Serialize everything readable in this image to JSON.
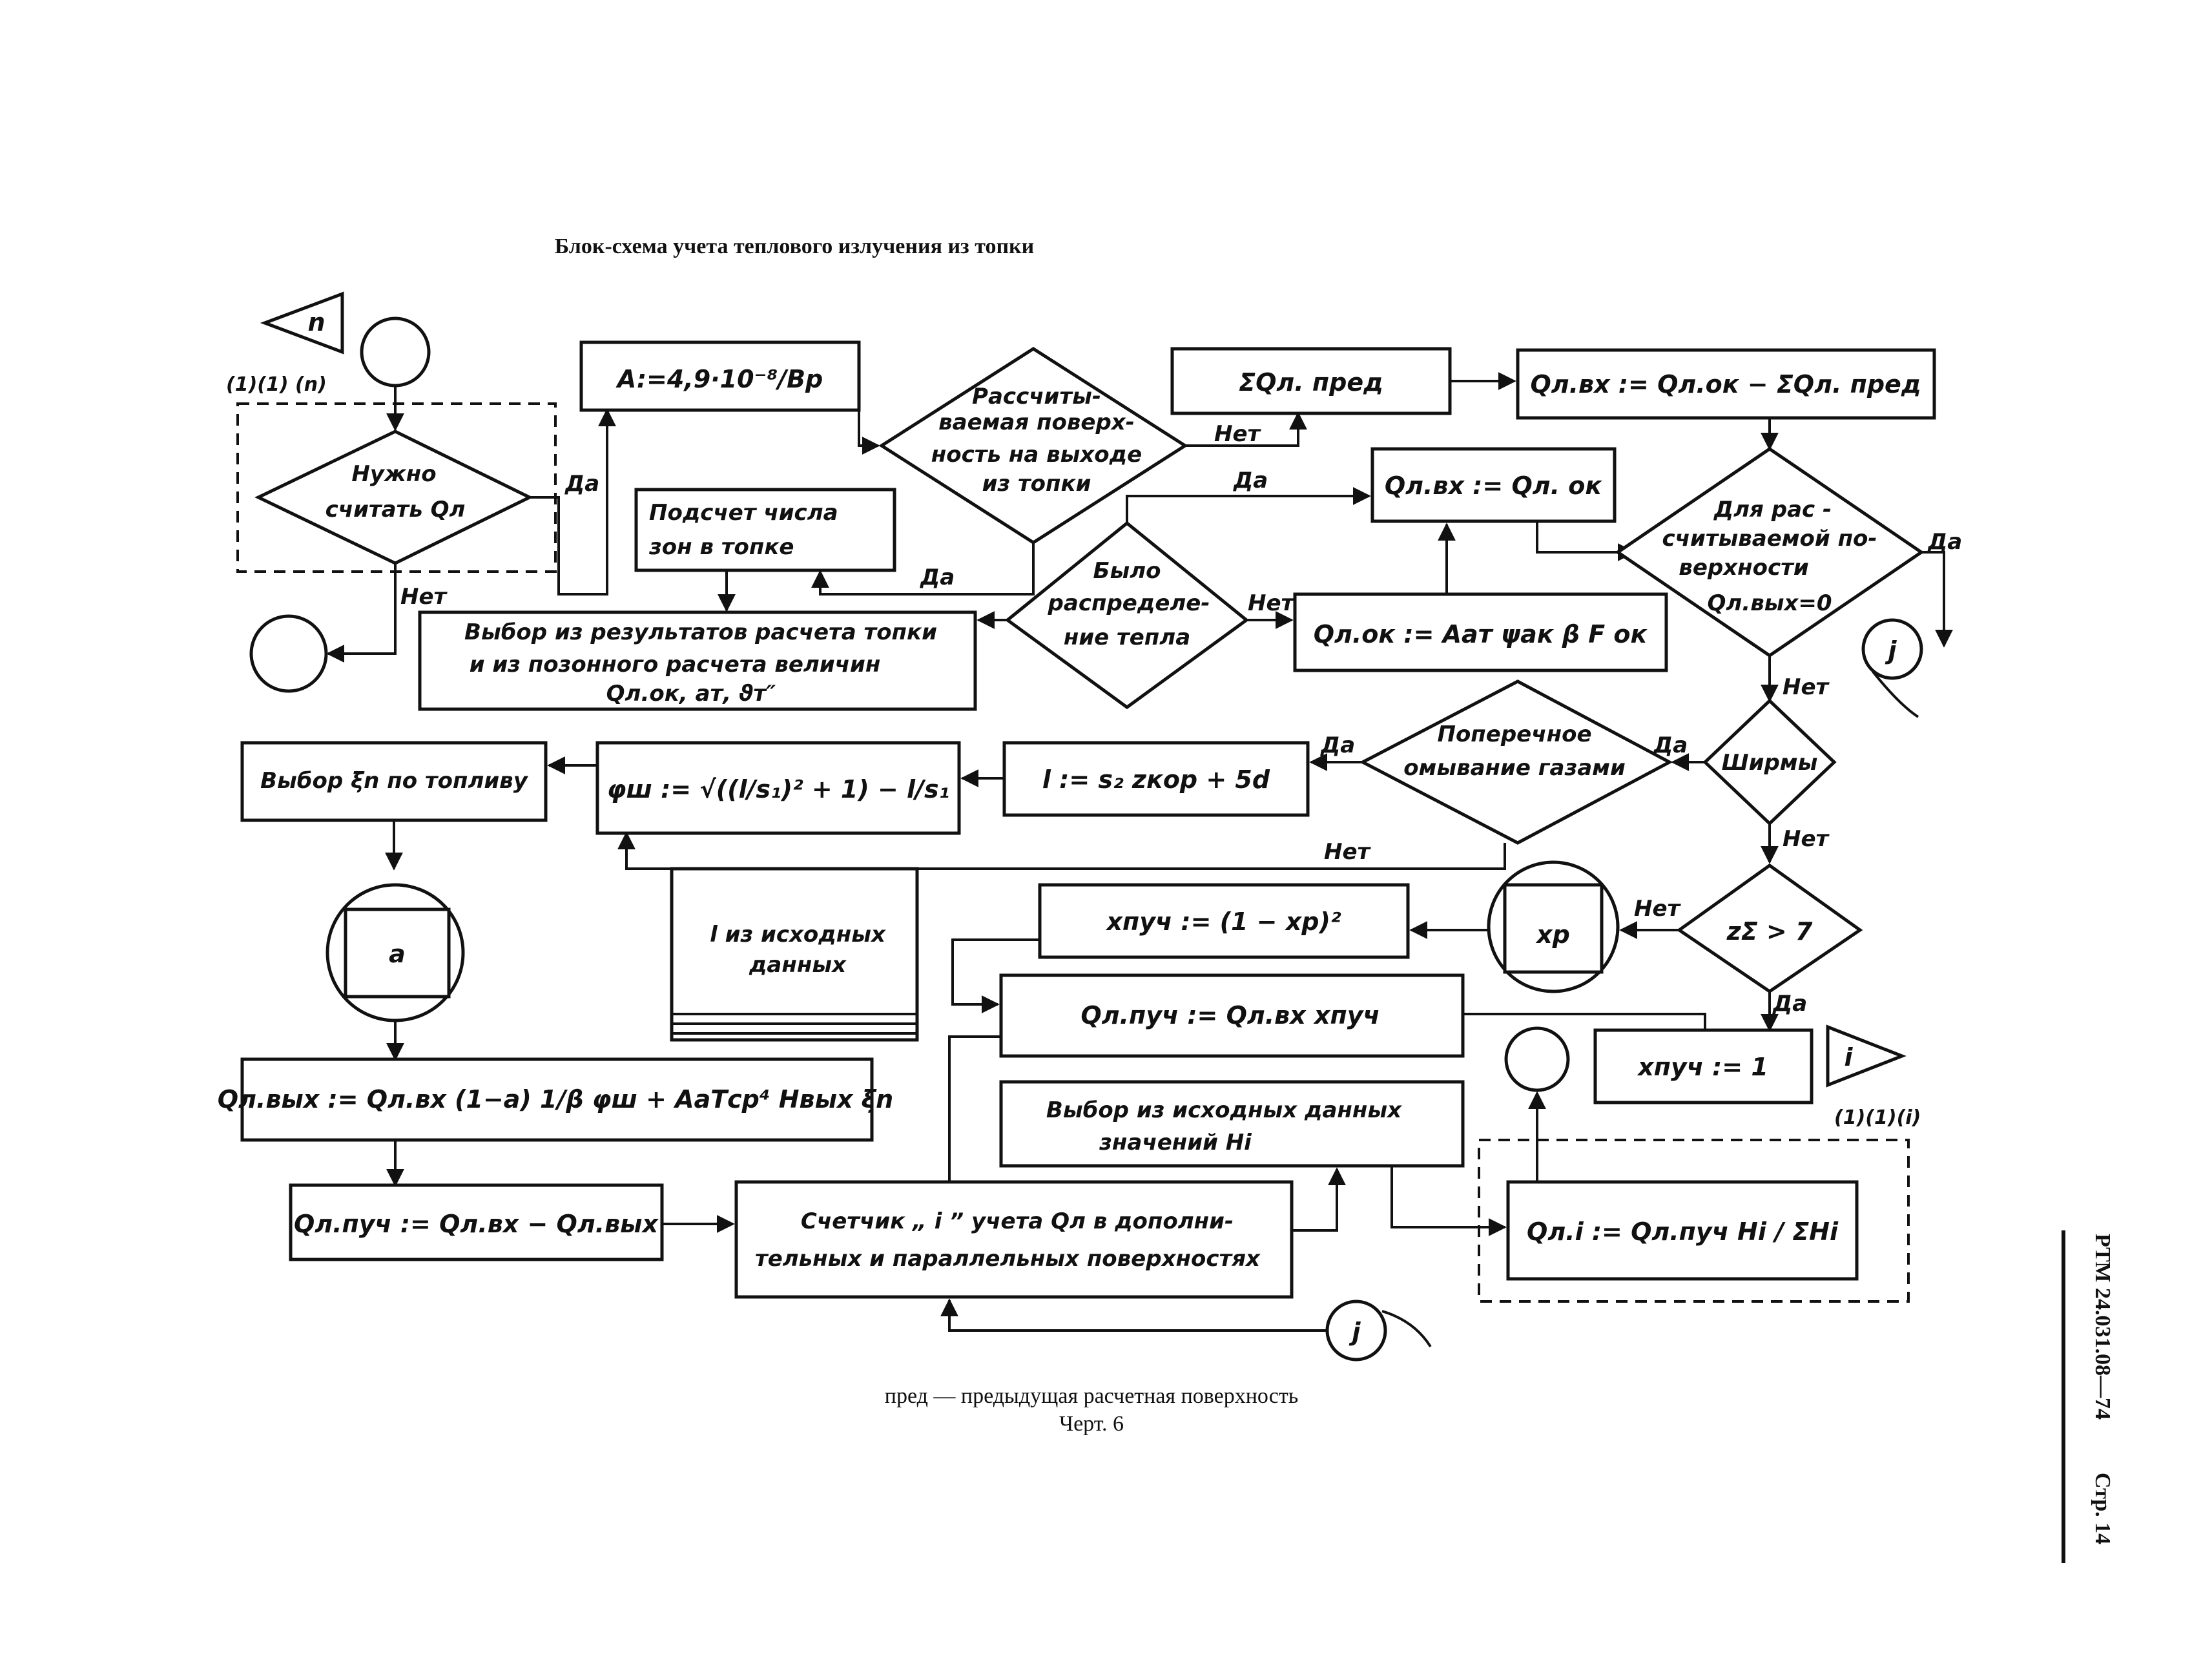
{
  "title": "Блок-схема учета теплового излучения из топки",
  "footnote": "пред — предыдущая расчетная поверхность",
  "figure": "Черт. 6",
  "side_header": {
    "doc_code": "РТМ 24.031.08—74",
    "page": "Стр. 14"
  },
  "connectors": {
    "n_flag": "n",
    "n_refs": "(1)(1) (n)",
    "i_flag": "i",
    "i_refs": "(1)(1)(i)",
    "j_top": "j",
    "j_bottom": "j",
    "a_label": "a",
    "xp_label": "xp"
  },
  "blocks": {
    "need_ql_1": "Нужно",
    "need_ql_2": "считать Qл",
    "calc_a": "A:=4,9·10⁻⁸/Bp",
    "outlet_1": "Рассчиты-",
    "outlet_2": "ваемая поверх-",
    "outlet_3": "ность на выходе",
    "outlet_4": "из топки",
    "sum_prev": "ΣQл. пред",
    "ql_in_prev": "Qл.вх := Qл.ок − ΣQл. пред",
    "zones_1": "Подсчет числа",
    "zones_2": "зон в топке",
    "ql_in_ok": "Qл.вх := Qл. ок",
    "distrib_1": "Было",
    "distrib_2": "распределе-",
    "distrib_3": "ние тепла",
    "ql_ok": "Qл.ок := Aaт ψак β F ок",
    "qout_zero_1": "Для рас -",
    "qout_zero_2": "считываемой по-",
    "qout_zero_3": "верхности",
    "qout_zero_4": "Qл.вых=0",
    "select_1": "Выбор из результатов расчета топки",
    "select_2": "и из позонного расчета величин",
    "select_3": "Qл.ок, aт, ϑт″",
    "choose_xi": "Выбор ξn по топливу",
    "phi_sh": "φш := √((l/s₁)² + 1) − l/s₁",
    "l_calc": "l := s₂ zкор + 5d",
    "cross_1": "Поперечное",
    "cross_2": "омывание газами",
    "screens": "Ширмы",
    "l_source_1": "l из исходных",
    "l_source_2": "данных",
    "x_bundle": "xпуч := (1 − xp)²",
    "z_sum": "zΣ > 7",
    "q_bundle": "Qл.пуч := Qл.вх xпуч",
    "x_one": "xпуч := 1",
    "q_out": "Qл.вых := Qл.вх (1−a) 1/β φш + AaTср⁴ Hвых ξn",
    "choose_h_1": "Выбор из исходных данных",
    "choose_h_2": "значений Hi",
    "q_bundle2": "Qл.пуч := Qл.вх − Qл.вых",
    "counter_1": "Счетчик „ i ” учета Qл в дополни-",
    "counter_2": "тельных и параллельных поверхностях",
    "q_i": "Qл.i := Qл.пуч Hi / ΣHi"
  },
  "edges": {
    "yes": "Да",
    "no": "Нет"
  }
}
